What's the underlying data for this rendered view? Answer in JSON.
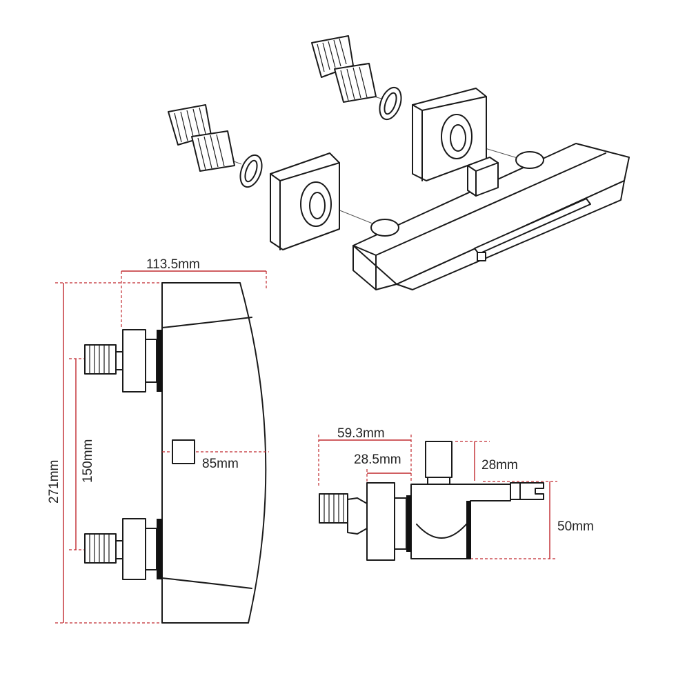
{
  "colors": {
    "line": "#1a1a1a",
    "dimension": "#c0282d",
    "background": "#ffffff"
  },
  "dimensions": {
    "width_total": "113.5mm",
    "height_total": "271mm",
    "inlet_spacing": "150mm",
    "center_offset": "85mm",
    "depth_total": "59.3mm",
    "flange_depth": "28.5mm",
    "knob_height": "28mm",
    "body_height": "50mm"
  }
}
